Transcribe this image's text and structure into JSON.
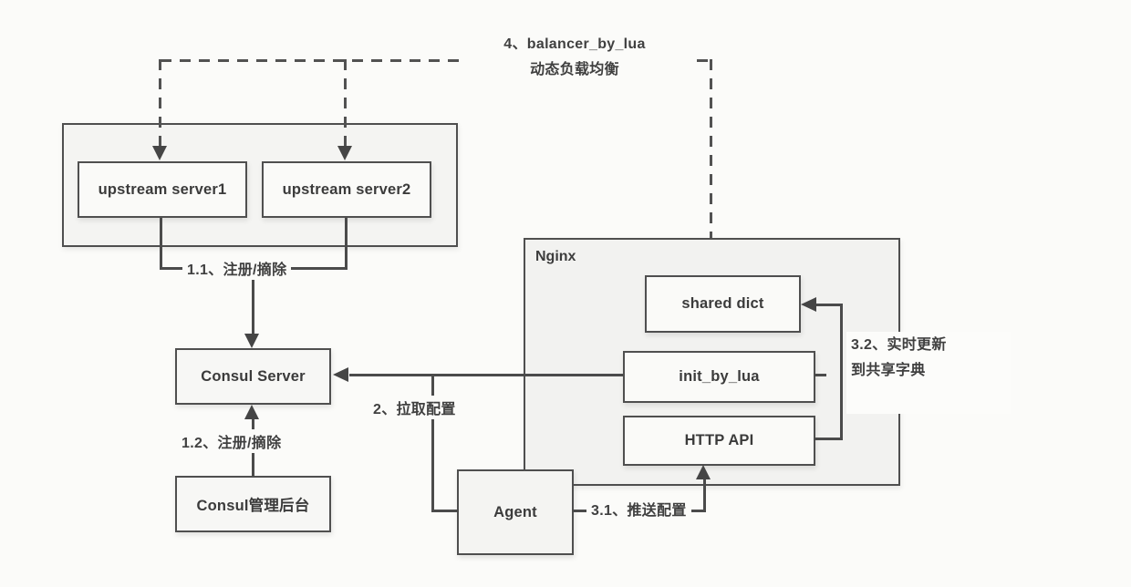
{
  "diagram": {
    "nodes": {
      "upstream_server1": {
        "label": "upstream server1"
      },
      "upstream_server2": {
        "label": "upstream server2"
      },
      "consul_server": {
        "label": "Consul Server"
      },
      "consul_admin": {
        "label": "Consul管理后台"
      },
      "nginx": {
        "label": "Nginx"
      },
      "shared_dict": {
        "label": "shared dict"
      },
      "init_by_lua": {
        "label": "init_by_lua"
      },
      "http_api": {
        "label": "HTTP API"
      },
      "agent": {
        "label": "Agent"
      }
    },
    "annotations": {
      "balancer": {
        "line1": "4、balancer_by_lua",
        "line2": "动态负载均衡"
      },
      "register_1_1": {
        "text": "1.1、注册/摘除"
      },
      "register_1_2": {
        "text": "1.2、注册/摘除"
      },
      "pull_config": {
        "text": "2、拉取配置"
      },
      "push_config": {
        "text": "3.1、推送配置"
      },
      "realtime_update": {
        "line1": "3.2、实时更新",
        "line2": "到共享字典"
      }
    },
    "colors": {
      "background": "#fbfbf9",
      "line": "#4b4b4b",
      "box_border": "#4f4f4f",
      "group_fill": "#f4f4f2",
      "nginx_fill": "#f2f2f0",
      "inner_fill": "#fafaf8",
      "node_text": "#3b3b3b",
      "annotation_text": "#404040"
    }
  }
}
